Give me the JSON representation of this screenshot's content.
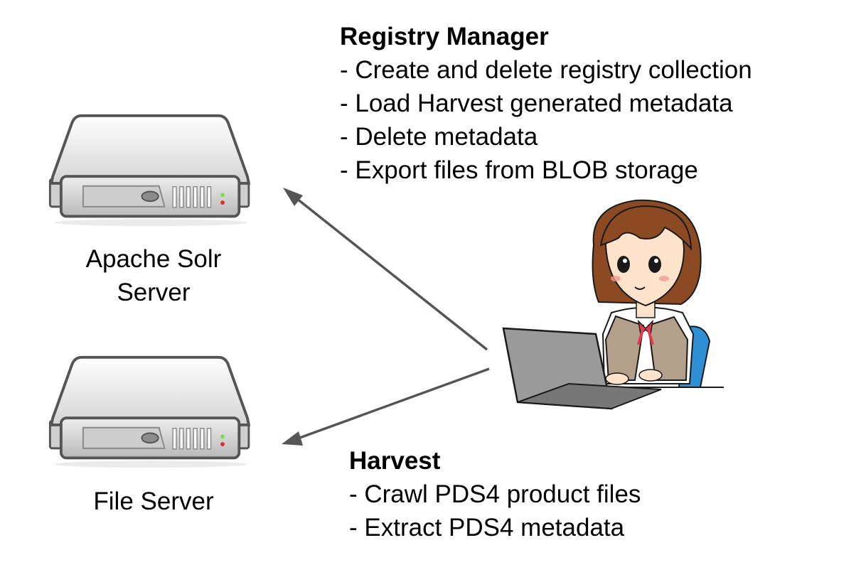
{
  "registry_manager": {
    "title": "Registry Manager",
    "items": [
      "- Create and delete registry collection",
      "- Load Harvest generated metadata",
      "- Delete metadata",
      "- Export files from BLOB storage"
    ]
  },
  "harvest": {
    "title": "Harvest",
    "items": [
      "- Crawl PDS4 product files",
      "- Extract PDS4 metadata"
    ]
  },
  "servers": {
    "solr": {
      "line1": "Apache Solr",
      "line2": "Server"
    },
    "file": {
      "label": "File Server"
    }
  },
  "icons": {
    "solr_server": "server-icon",
    "file_server": "server-icon",
    "user": "woman-at-laptop-icon"
  },
  "colors": {
    "arrow": "#555555",
    "server_body": "#e6e6e6",
    "server_outline": "#555555",
    "chair": "#2e8fd4",
    "vest": "#b3a08a",
    "hair": "#8b4a22",
    "laptop": "#999999"
  }
}
